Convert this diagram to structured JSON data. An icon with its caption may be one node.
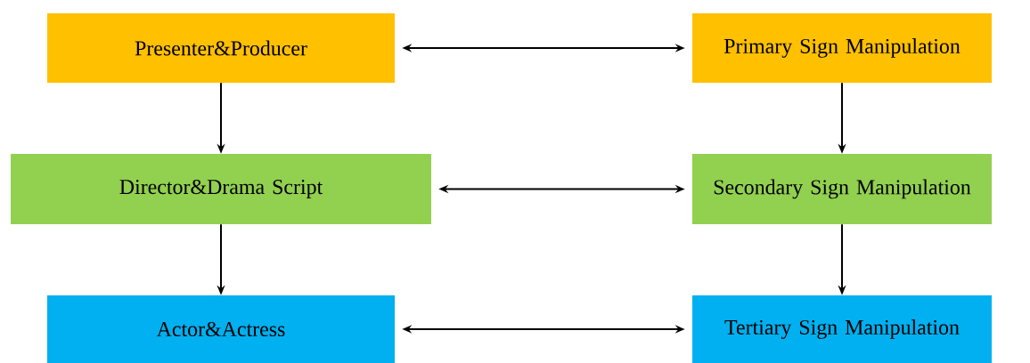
{
  "diagram": {
    "nodes": [
      {
        "text": [
          "Presenter&Producer"
        ]
      },
      {
        "text": [
          "Primary Sign Manipulation"
        ]
      },
      {
        "text": [
          "Director&Drama Script"
        ]
      },
      {
        "text": [
          "Secondary Sign Manipulation"
        ]
      },
      {
        "text": [
          "Actor&Actress"
        ]
      },
      {
        "text": [
          "Tertiary Sign Manipulation"
        ]
      }
    ],
    "edges": [
      {
        "from": 0,
        "to": 1,
        "arrow": "both"
      },
      {
        "from": 0,
        "to": 2,
        "arrow": "to"
      },
      {
        "from": 1,
        "to": 3,
        "arrow": "to"
      },
      {
        "from": 2,
        "to": 3,
        "arrow": "both"
      },
      {
        "from": 2,
        "to": 4,
        "arrow": "to"
      },
      {
        "from": 3,
        "to": 5,
        "arrow": "to"
      },
      {
        "from": 4,
        "to": 5,
        "arrow": "both"
      }
    ]
  }
}
